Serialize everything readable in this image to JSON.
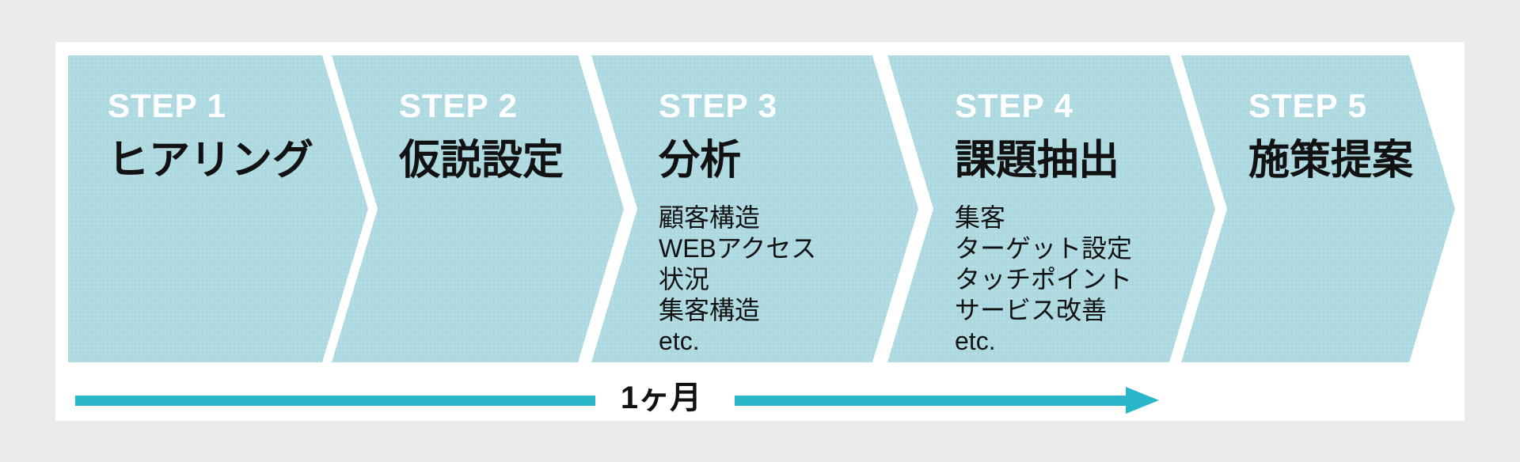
{
  "colors": {
    "page_background": "#ebebeb",
    "card_background": "#ffffff",
    "chevron_fill": "#acd8e0",
    "step_label_text": "#ffffff",
    "body_text": "#121212",
    "timeline_arrow": "#28b6c8"
  },
  "steps": [
    {
      "label": "STEP 1",
      "title": "ヒアリング",
      "details": ""
    },
    {
      "label": "STEP 2",
      "title": "仮説設定",
      "details": ""
    },
    {
      "label": "STEP 3",
      "title": "分析",
      "details": "顧客構造\nWEBアクセス\n状況\n集客構造\netc."
    },
    {
      "label": "STEP 4",
      "title": "課題抽出",
      "details": "集客\nターゲット設定\nタッチポイント\nサービス改善\netc."
    },
    {
      "label": "STEP 5",
      "title": "施策提案",
      "details": ""
    }
  ],
  "timeline": {
    "duration_label": "1ヶ月"
  }
}
